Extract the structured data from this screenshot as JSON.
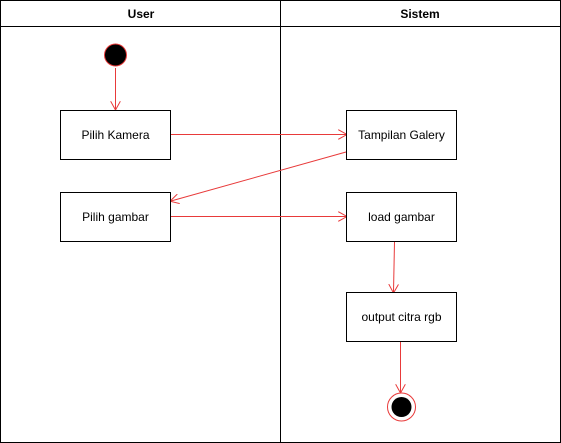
{
  "lanes": [
    {
      "title": "User"
    },
    {
      "title": "Sistem"
    }
  ],
  "nodes": [
    {
      "id": "start",
      "kind": "initial"
    },
    {
      "id": "pilih-kamera",
      "kind": "action",
      "label": "Pilih Kamera"
    },
    {
      "id": "tampilan-galery",
      "kind": "action",
      "label": "Tampilan Galery"
    },
    {
      "id": "pilih-gambar",
      "kind": "action",
      "label": "Pilih gambar"
    },
    {
      "id": "load-gambar",
      "kind": "action",
      "label": "load gambar"
    },
    {
      "id": "output-citra-rgb",
      "kind": "action",
      "label": "output citra rgb"
    },
    {
      "id": "end",
      "kind": "final"
    }
  ],
  "edges": [
    {
      "from": "start",
      "to": "pilih-kamera"
    },
    {
      "from": "pilih-kamera",
      "to": "tampilan-galery"
    },
    {
      "from": "tampilan-galery",
      "to": "pilih-gambar"
    },
    {
      "from": "pilih-gambar",
      "to": "load-gambar"
    },
    {
      "from": "load-gambar",
      "to": "output-citra-rgb"
    },
    {
      "from": "output-citra-rgb",
      "to": "end"
    }
  ],
  "colors": {
    "line": "#000000",
    "arrow": "#e83a3a",
    "node_fill": "#ffffff",
    "initial_fill": "#000000"
  }
}
